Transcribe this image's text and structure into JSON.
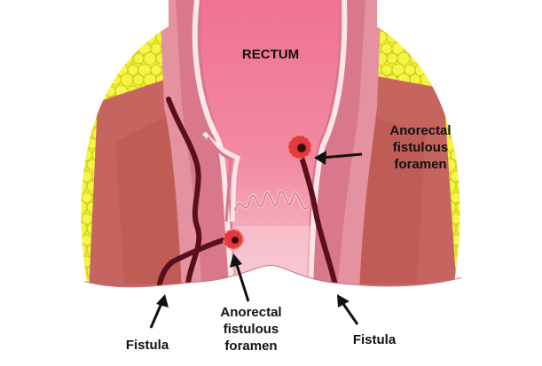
{
  "labels": {
    "rectum": "RECTUM",
    "foramen_right": [
      "Anorectal",
      "fistulous",
      "foramen"
    ],
    "foramen_bottom": [
      "Anorectal",
      "fistulous",
      "foramen"
    ],
    "fistula_left": "Fistula",
    "fistula_right": "Fistula"
  },
  "colors": {
    "fat": "#f2f23a",
    "fat_dark": "#d4d41a",
    "muscle": "#c2625e",
    "muscle_light": "#d98a83",
    "wall_pink": "#e6a0ad",
    "lumen": "#f07e98",
    "lumen_light": "#f6b9c6",
    "fistula_tract": "#5a1018",
    "foramen_red": "#e33a3a",
    "arrow": "#111111"
  }
}
